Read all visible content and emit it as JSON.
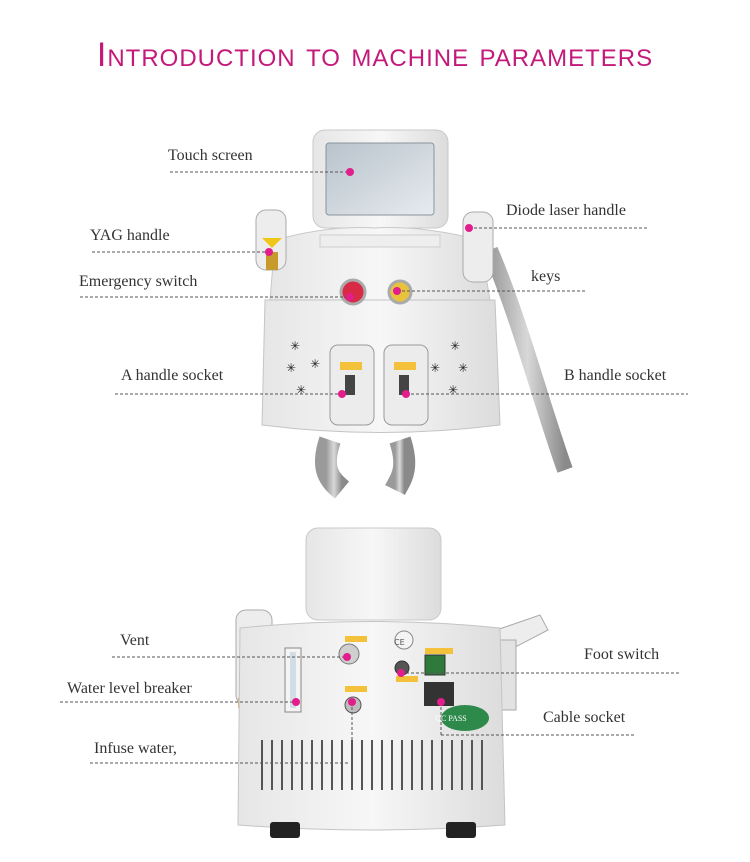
{
  "title": "Introduction to machine parameters",
  "colors": {
    "accent": "#c4197a",
    "dot": "#e21e8c",
    "line": "#555555"
  },
  "front_labels": {
    "touch_screen": "Touch screen",
    "yag_handle": "YAG handle",
    "emergency_switch": "Emergency switch",
    "a_handle_socket": "A handle socket",
    "diode_laser_handle": "Diode laser handle",
    "keys": "keys",
    "b_handle_socket": "B handle socket"
  },
  "back_labels": {
    "vent": "Vent",
    "water_level_breaker": "Water level breaker",
    "infuse_water": "Infuse water,",
    "foot_switch": "Foot switch",
    "cable_socket": "Cable socket"
  },
  "qc_sticker": "QC PASS",
  "ce_mark": "CE"
}
